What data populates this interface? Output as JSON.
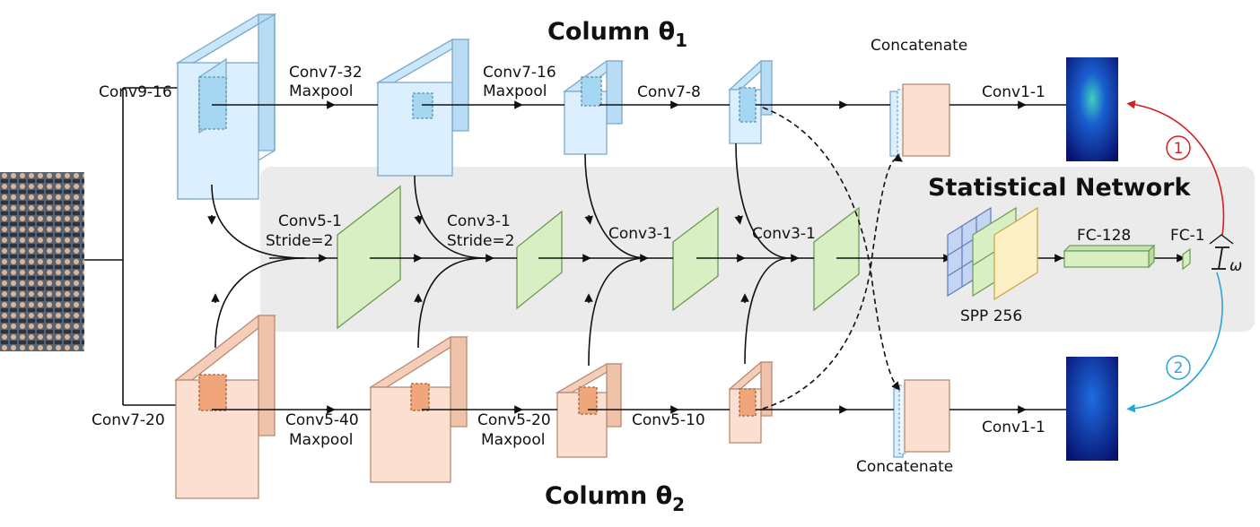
{
  "top_column": {
    "title": "Column θ",
    "subscript": "1"
  },
  "bottom_column": {
    "title": "Column θ",
    "subscript": "2"
  },
  "statistical_network": {
    "title": "Statistical Network"
  },
  "labels": {
    "conv9_16": "Conv9-16",
    "conv7_32": "Conv7-32",
    "maxpool": "Maxpool",
    "conv7_16": "Conv7-16",
    "conv7_8": "Conv7-8",
    "concatenate": "Concatenate",
    "conv1_1": "Conv1-1",
    "conv7_20": "Conv7-20",
    "conv5_40": "Conv5-40",
    "conv5_20": "Conv5-20",
    "conv5_10": "Conv5-10",
    "conv5_1": "Conv5-1",
    "conv3_1": "Conv3-1",
    "stride2": "Stride=2",
    "spp": "SPP 256",
    "fc128": "FC-128",
    "fc1": "FC-1",
    "omega": "ω"
  },
  "markers": {
    "one": "1",
    "two": "2"
  },
  "colors": {
    "blue_fill": "#dcefff",
    "blue_stroke": "#7aa9c9",
    "orange_fill": "#fbe0d2",
    "orange_stroke": "#b78a72",
    "green_fill": "#d8efc4",
    "green_stroke": "#6c9a52",
    "stat_bg": "#ebebeb",
    "red_arrow": "#d42020",
    "cyan_arrow": "#2aa5d9"
  }
}
